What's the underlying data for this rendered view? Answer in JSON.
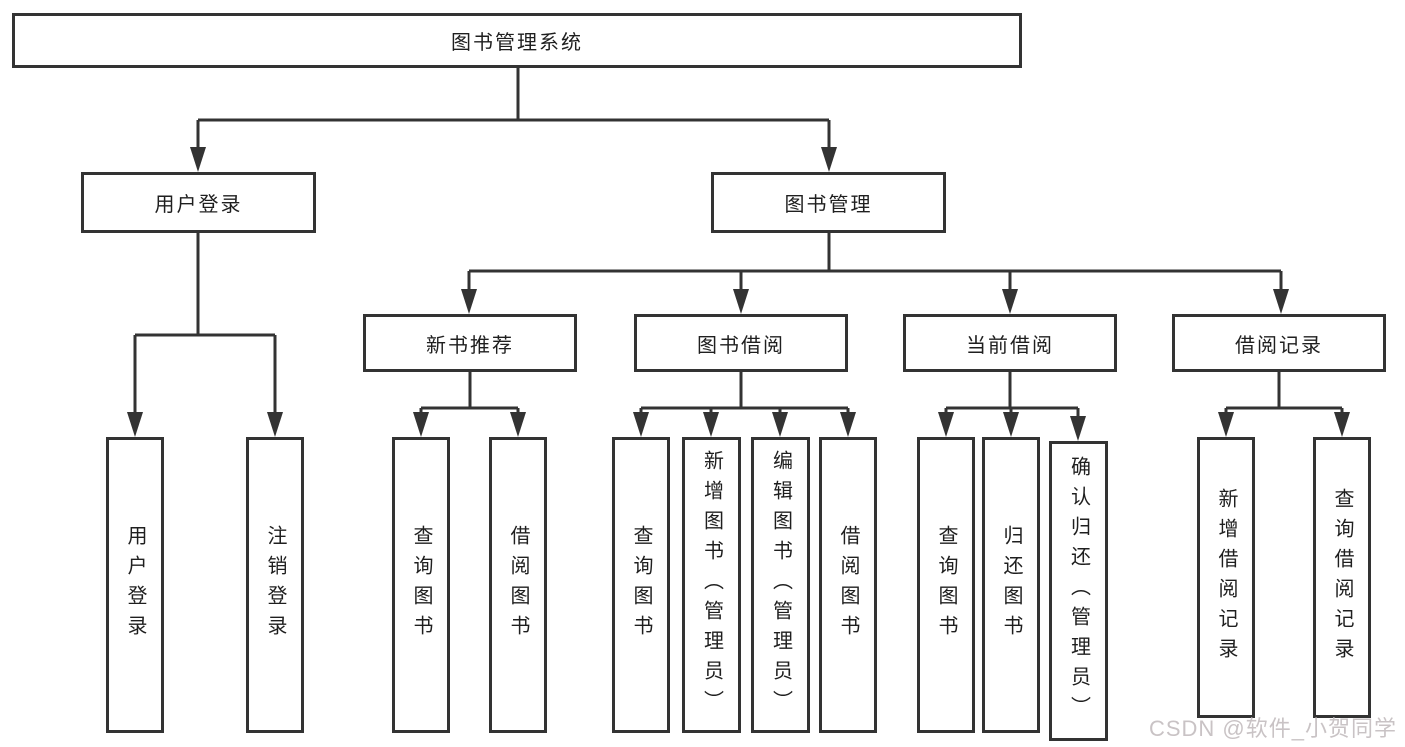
{
  "tree": {
    "root": {
      "label": "图书管理系统",
      "children": [
        {
          "label": "用户登录",
          "children": [
            {
              "label": "用户登录"
            },
            {
              "label": "注销登录"
            }
          ]
        },
        {
          "label": "图书管理",
          "children": [
            {
              "label": "新书推荐",
              "children": [
                {
                  "label": "查询图书"
                },
                {
                  "label": "借阅图书"
                }
              ]
            },
            {
              "label": "图书借阅",
              "children": [
                {
                  "label": "查询图书"
                },
                {
                  "label": "新增图书（管理员）"
                },
                {
                  "label": "编辑图书（管理员）"
                },
                {
                  "label": "借阅图书"
                }
              ]
            },
            {
              "label": "当前借阅",
              "children": [
                {
                  "label": "查询图书"
                },
                {
                  "label": "归还图书"
                },
                {
                  "label": "确认归还（管理员）"
                }
              ]
            },
            {
              "label": "借阅记录",
              "children": [
                {
                  "label": "新增借阅记录"
                },
                {
                  "label": "查询借阅记录"
                }
              ]
            }
          ]
        }
      ]
    }
  },
  "watermark": {
    "text": "CSDN @软件_小贺同学"
  },
  "colors": {
    "line": "#333333",
    "box_border": "#333333",
    "text": "#1f1f1f",
    "watermark": "#c9c3c5",
    "background": "#ffffff"
  }
}
